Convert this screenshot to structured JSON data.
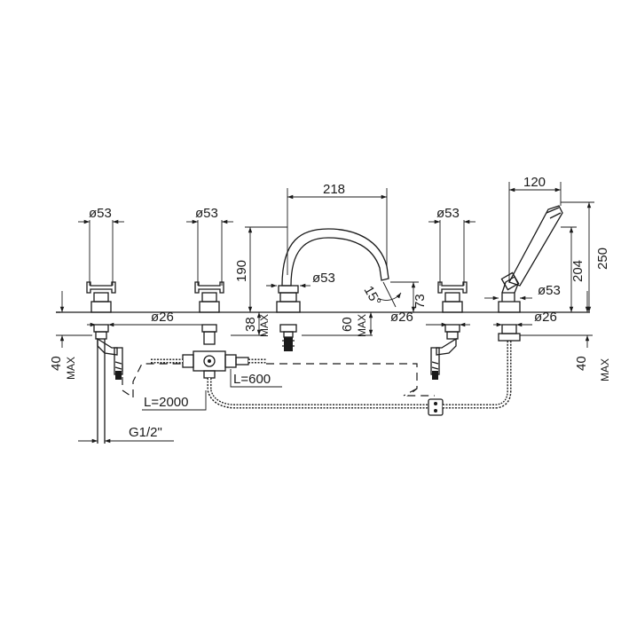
{
  "labels": {
    "dia_handle_1": "ø53",
    "dia_handle_2": "ø53",
    "dia_handle_3": "ø53",
    "dia_spout": "ø53",
    "dia_shower_holder": "ø53",
    "dia_hole_left": "ø26",
    "dia_hole_right": "ø26",
    "dia_hole_shower": "ø26",
    "spout_reach": "218",
    "shower_width": "120",
    "spout_height": "190",
    "shower_height_204": "204",
    "shower_height_250": "250",
    "spout_angle": "15°",
    "spout_outlet_height": "73",
    "deck_38": "38",
    "deck_38_max": "MAX",
    "deck_60": "60",
    "deck_60_max": "MAX",
    "left_40": "40",
    "left_40_max": "MAX",
    "right_40": "40",
    "right_40_max": "MAX",
    "hose_600": "L=600",
    "hose_2000": "L=2000",
    "thread": "G1/2\""
  }
}
